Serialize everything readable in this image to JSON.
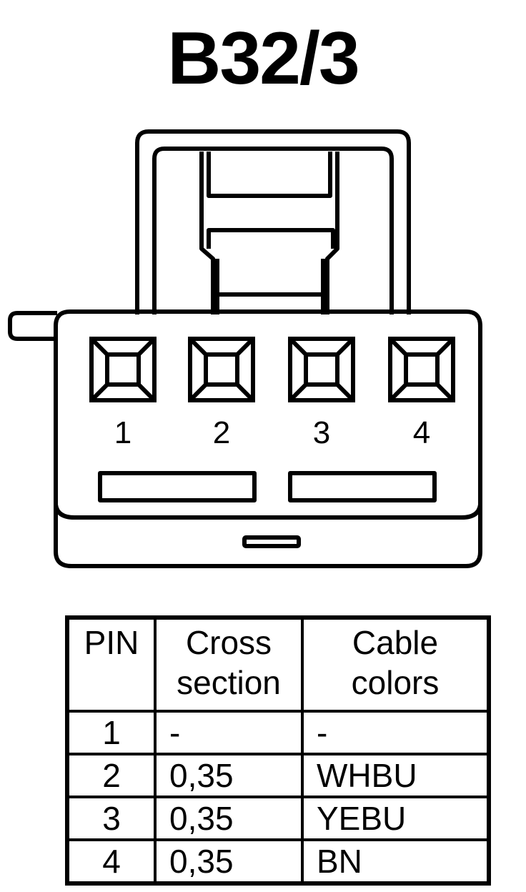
{
  "title": "B32/3",
  "connector": {
    "pin_labels": [
      "1",
      "2",
      "3",
      "4"
    ]
  },
  "table": {
    "headers": [
      [
        "PIN"
      ],
      [
        "Cross",
        "section"
      ],
      [
        "Cable",
        "colors"
      ]
    ],
    "rows": [
      {
        "pin": "1",
        "cross_section": "-",
        "color": "-"
      },
      {
        "pin": "2",
        "cross_section": "0,35",
        "color": "WHBU"
      },
      {
        "pin": "3",
        "cross_section": "0,35",
        "color": "YEBU"
      },
      {
        "pin": "4",
        "cross_section": "0,35",
        "color": "BN"
      }
    ]
  }
}
